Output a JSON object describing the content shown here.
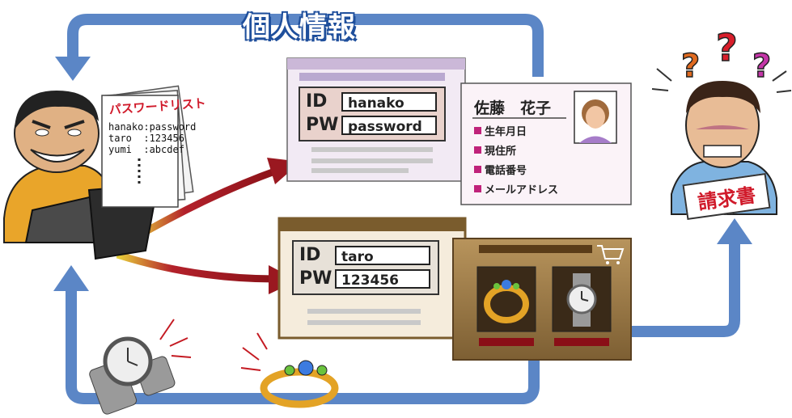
{
  "title": "個人情報",
  "password_list": {
    "heading": "パスワードリスト",
    "entries": [
      {
        "user": "hanako",
        "pass": ":password"
      },
      {
        "user": "taro",
        "pass": ":123456"
      },
      {
        "user": "yumi",
        "pass": ":abcdef"
      }
    ]
  },
  "login_a": {
    "id_label": "ID",
    "pw_label": "PW",
    "id_value": "hanako",
    "pw_value": "password"
  },
  "login_b": {
    "id_label": "ID",
    "pw_label": "PW",
    "id_value": "taro",
    "pw_value": "123456"
  },
  "profile": {
    "name": "佐藤　花子",
    "items": [
      "生年月日",
      "現住所",
      "電話番号",
      "メールアドレス"
    ]
  },
  "invoice": "請求書",
  "question_marks": [
    "?",
    "?",
    "?"
  ],
  "colors": {
    "loop_arrow": "#5b86c6",
    "red_arrow": "#a51d24",
    "title_outline": "#1f4f9c",
    "shop_panel": "#9a7a4a",
    "profile_accent": "#c0237a"
  }
}
